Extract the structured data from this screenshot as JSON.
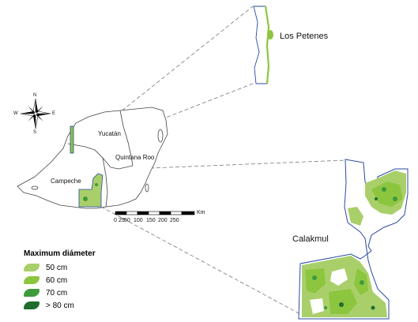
{
  "compass": {
    "north": "N",
    "south": "S",
    "east": "E",
    "west": "W",
    "icon": "compass-rose-icon"
  },
  "regions": {
    "yucatan": "Yucatán",
    "quintana_roo": "Quintana Roo",
    "campeche": "Campeche"
  },
  "areas": {
    "los_petenes": "Los Petenes",
    "calakmul": "Calakmul"
  },
  "scale": {
    "ticks": [
      "0",
      "25",
      "50",
      "100",
      "150",
      "200",
      "250"
    ],
    "unit": "Km"
  },
  "legend": {
    "title": "Maximum diámeter",
    "items": [
      {
        "label": "50 cm",
        "color": "#a9cf6a"
      },
      {
        "label": "60 cm",
        "color": "#8cc63f"
      },
      {
        "label": "70 cm",
        "color": "#3f9a3c"
      },
      {
        "label": "> 80 cm",
        "color": "#1f6e2e"
      }
    ]
  }
}
